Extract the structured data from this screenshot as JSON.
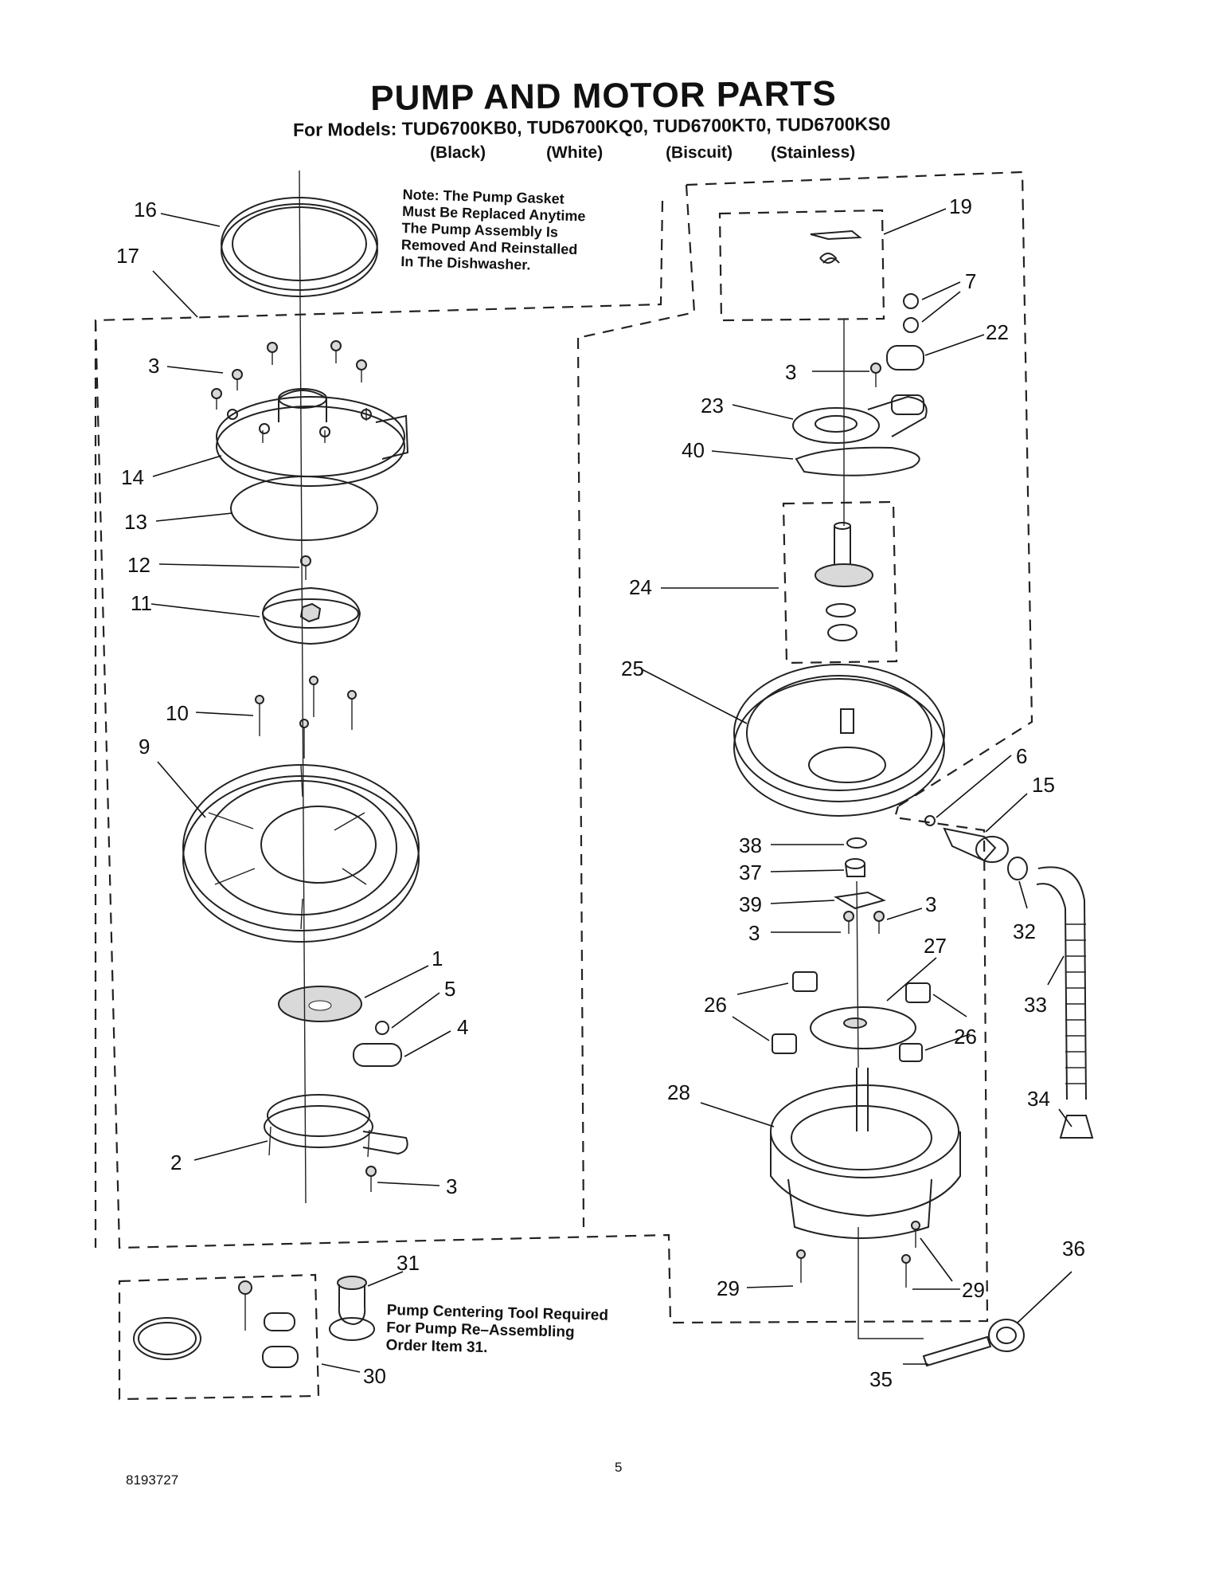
{
  "header": {
    "title": "PUMP AND MOTOR PARTS",
    "models_line": "For Models: TUD6700KB0, TUD6700KQ0, TUD6700KT0, TUD6700KS0",
    "colors": [
      "(Black)",
      "(White)",
      "(Biscuit)",
      "(Stainless)"
    ]
  },
  "notes": {
    "gasket_note": [
      "Note: The Pump Gasket",
      "Must Be Replaced Anytime",
      "The Pump Assembly Is",
      "Removed And Reinstalled",
      "In The Dishwasher."
    ],
    "tool_note": [
      "Pump Centering Tool Required",
      "For Pump Re–Assembling",
      "Order Item 31."
    ]
  },
  "callouts": [
    "16",
    "17",
    "3",
    "14",
    "13",
    "12",
    "11",
    "10",
    "9",
    "1",
    "5",
    "4",
    "2",
    "3",
    "31",
    "30",
    "19",
    "7",
    "22",
    "3",
    "23",
    "40",
    "24",
    "25",
    "6",
    "15",
    "38",
    "37",
    "39",
    "3",
    "3",
    "27",
    "26",
    "26",
    "32",
    "33",
    "28",
    "34",
    "29",
    "29",
    "36",
    "35"
  ],
  "footer": {
    "doc_number": "8193727",
    "page_number": "5"
  }
}
